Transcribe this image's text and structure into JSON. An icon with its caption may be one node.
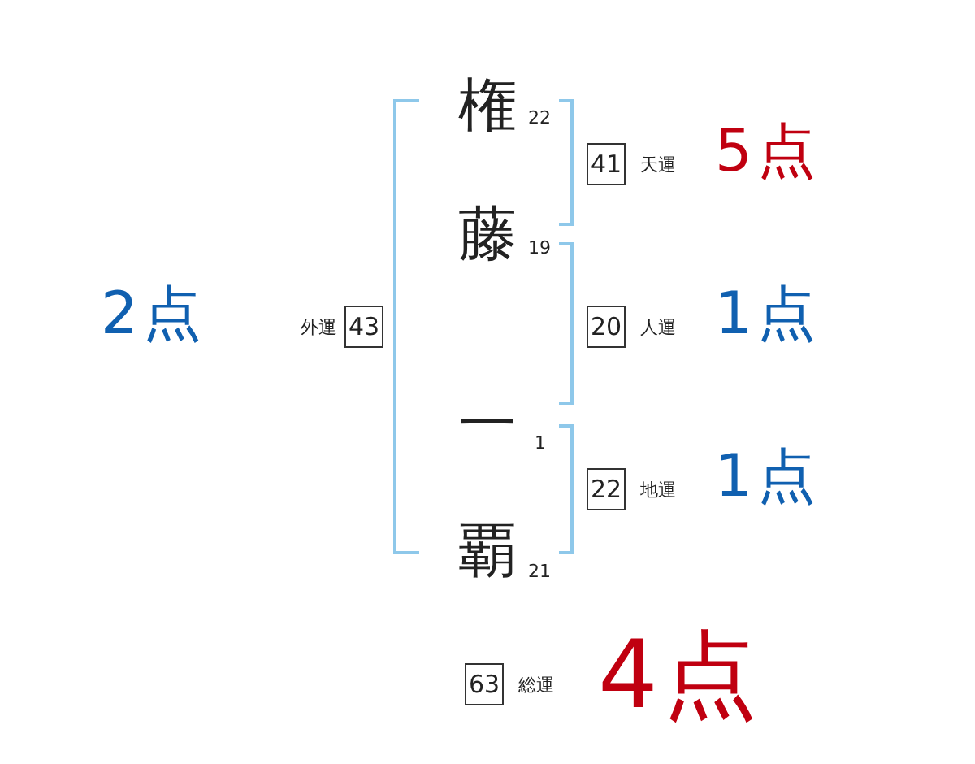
{
  "diagram": {
    "nodes": [
      {
        "text": [
          "41"
        ],
        "beside": [
          "天運"
        ]
      },
      {
        "text": [
          "43"
        ],
        "beside": [
          "外運"
        ]
      },
      {
        "text": [
          "20"
        ],
        "beside": [
          "人運"
        ]
      },
      {
        "text": [
          "22"
        ],
        "beside": [
          "地運"
        ]
      },
      {
        "text": [
          "63"
        ],
        "beside": [
          "総運"
        ]
      }
    ],
    "labels": [
      "権",
      "22",
      "5点",
      "藤",
      "19",
      "2点",
      "1点",
      "一",
      "1",
      "1点",
      "覇",
      "21",
      "4点"
    ]
  }
}
